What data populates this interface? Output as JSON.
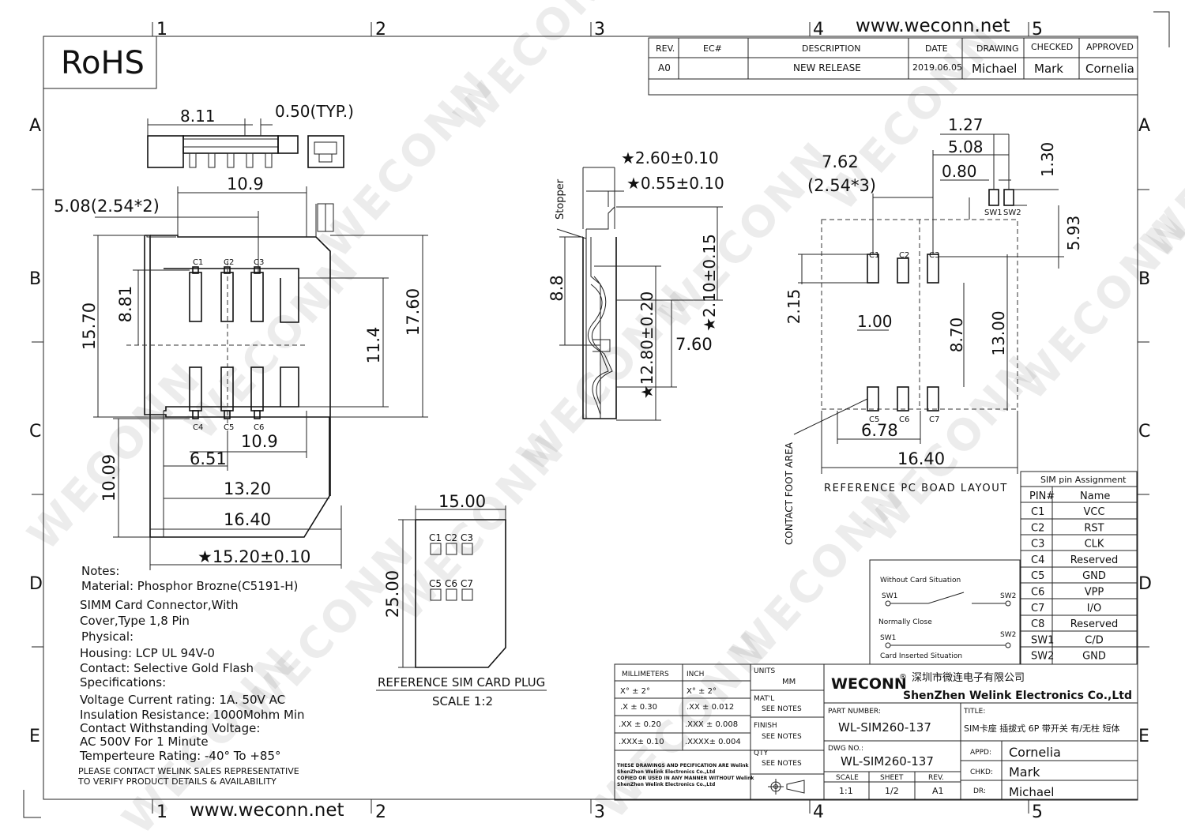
{
  "website": "www.weconn.net",
  "rohs": "RoHS",
  "watermark": "WECONN",
  "zones": {
    "cols": [
      "1",
      "2",
      "3",
      "4",
      "5"
    ],
    "rows": [
      "A",
      "B",
      "C",
      "D",
      "E"
    ]
  },
  "revision_table": {
    "headers": [
      "REV.",
      "EC#",
      "DESCRIPTION",
      "DATE",
      "DRAWING",
      "CHECKED",
      "APPROVED"
    ],
    "row": [
      "A0",
      "",
      "NEW RELEASE",
      "2019.06.05",
      "Michael",
      "Mark",
      "Cornelia"
    ]
  },
  "top_view": {
    "d1": "8.11",
    "d2": "0.50(TYP.)"
  },
  "front_view": {
    "dims": [
      "10.9",
      "5.08(2.54*2)",
      "8.81",
      "15.70",
      "11.4",
      "17.60",
      "10.9",
      "6.51",
      "10.09",
      "13.20",
      "16.40",
      "★15.20±0.10"
    ],
    "pins_top": [
      "C1",
      "C2",
      "C3"
    ],
    "pins_bottom": [
      "C4",
      "C5",
      "C6"
    ]
  },
  "side_view": {
    "dims": [
      "★2.60±0.10",
      "★0.55±0.10",
      "8.8",
      "★2.10±0.15",
      "7.60",
      "★12.80±0.20"
    ],
    "stopper": "Stopper"
  },
  "pcb_layout": {
    "dims": [
      "1.27",
      "5.08",
      "0.80",
      "1.30",
      "7.62",
      "(2.54*3)",
      "5.93",
      "2.15",
      "1.00",
      "8.70",
      "13.00",
      "6.78",
      "16.40"
    ],
    "sw": [
      "SW1",
      "SW2"
    ],
    "pads_top": [
      "C1",
      "C2",
      "C3"
    ],
    "pads_bottom": [
      "C5",
      "C6",
      "C7"
    ],
    "title": "REFERENCE PC BOAD LAYOUT",
    "foot_area": "CONTACT FOOT AREA"
  },
  "sim_card": {
    "width": "15.00",
    "height": "25.00",
    "pins_top": [
      "C1",
      "C2",
      "C3"
    ],
    "pins_bottom": [
      "C5",
      "C6",
      "C7"
    ],
    "title": "REFERENCE SIM CARD PLUG",
    "scale": "SCALE 1:2"
  },
  "notes": {
    "lines": [
      "Notes:",
      "Material: Phosphor Brozne(C5191-H)",
      "SIMM Card Connector,With",
      "Cover,Type 1,8 Pin",
      "Physical:",
      "Housing: LCP UL 94V-0",
      "Contact: Selective Gold Flash",
      "Specifications:",
      "Voltage Current rating: 1A. 50V AC",
      "Insulation Resistance: 1000Mohm Min",
      "Contact Withstanding Voltage:",
      "AC 500V For 1 Minute",
      "Temperteure Rating: -40° To +85°"
    ],
    "contact_line1": "PLEASE CONTACT WELINK SALES REPRESENTATIVE",
    "contact_line2": "TO VERIFY PRODUCT DETAILS & AVAILABILITY"
  },
  "switch_diagram": {
    "without": "Without Card Situation",
    "normally": "Normally Close",
    "inserted": "Card Inserted Situation",
    "sw1": "SW1",
    "sw2": "SW2"
  },
  "pin_table": {
    "title": "SIM pin Assignment",
    "headers": [
      "PIN#",
      "Name"
    ],
    "rows": [
      [
        "C1",
        "VCC"
      ],
      [
        "C2",
        "RST"
      ],
      [
        "C3",
        "CLK"
      ],
      [
        "C4",
        "Reserved"
      ],
      [
        "C5",
        "GND"
      ],
      [
        "C6",
        "VPP"
      ],
      [
        "C7",
        "I/O"
      ],
      [
        "C8",
        "Reserved"
      ],
      [
        "SW1",
        "C/D"
      ],
      [
        "SW2",
        "GND"
      ]
    ]
  },
  "title_block": {
    "tol_headers": [
      "MILLIMETERS",
      "INCH"
    ],
    "tol_rows": [
      [
        "X°  ±  2°",
        "X°  ±  2°"
      ],
      [
        ".X   ± 0.30",
        ".XX  ± 0.012"
      ],
      [
        ".XX  ± 0.20",
        ".XXX  ± 0.008"
      ],
      [
        ".XXX± 0.10",
        ".XXXX± 0.004"
      ]
    ],
    "disclaimer": [
      "THESE DRAWINGS AND PECIFICATION  ARE Welink",
      "ShenZhen Welink Electronics Co.,Ltd",
      " COPIED OR USED IN ANY MANNER WITHOUT Welink",
      "ShenZhen Welink Electronics Co.,Ltd"
    ],
    "units_label": "UNITS",
    "units": "MM",
    "matl_label": "MAT'L",
    "matl": "SEE NOTES",
    "finish_label": "FINISH",
    "finish": "SEE NOTES",
    "qty_label": "QTY",
    "qty": "SEE NOTES",
    "brand": "WECONN",
    "reg": "®",
    "company_cn": "深圳市微连电子有限公司",
    "company_en": "ShenZhen Welink Electronics Co.,Ltd",
    "pn_label": "PART NUMBER:",
    "pn": "WL-SIM260-137",
    "title_label": "TITLE:",
    "title": "SIM卡座 插拔式 6P 带开关 有/无柱 短体",
    "dwg_label": "DWG NO.:",
    "dwg": "WL-SIM260-137",
    "scale_label": "SCALE",
    "scale": "1:1",
    "sheet_label": "SHEET",
    "sheet": "1/2",
    "rev_label": "REV.",
    "rev": "A1",
    "appd_label": "APPD:",
    "appd": "Cornelia",
    "chkd_label": "CHKD:",
    "chkd": "Mark",
    "dr_label": "DR:",
    "dr": "Michael"
  }
}
